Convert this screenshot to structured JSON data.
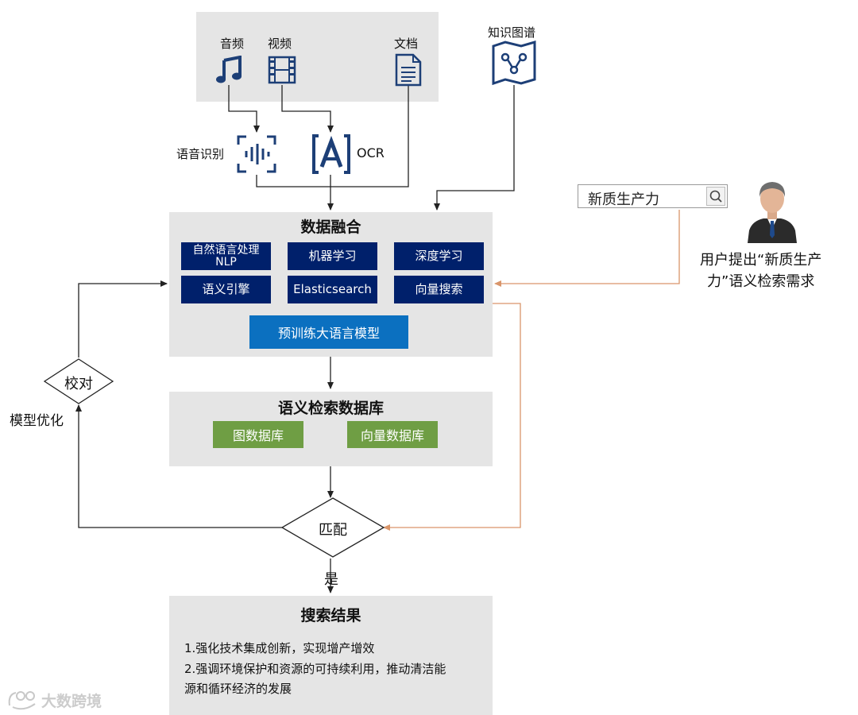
{
  "sources": {
    "audio_label": "音频",
    "video_label": "视频",
    "doc_label": "文档",
    "kg_label": "知识图谱"
  },
  "preprocess": {
    "speech_label": "语音识别",
    "ocr_label": "OCR"
  },
  "fusion": {
    "title": "数据融合",
    "modules": [
      "自然语言处理NLP",
      "机器学习",
      "深度学习",
      "语义引擎",
      "Elasticsearch",
      "向量搜索"
    ],
    "llm": "预训练大语言模型"
  },
  "database": {
    "title": "语义检索数据库",
    "items": [
      "图数据库",
      "向量数据库"
    ]
  },
  "match": {
    "label": "匹配",
    "yes_label": "是",
    "proofread_label": "校对",
    "optimize_label": "模型优化"
  },
  "user": {
    "query": "新质生产力",
    "caption_line1": "用户提出“新质生产",
    "caption_line2": "力”语义检索需求"
  },
  "result": {
    "title": "搜索结果",
    "line1": "1.强化技术集成创新，实现增产增效",
    "line2": "2.强调环境保护和资源的可持续利用，推动清洁能",
    "line3": "源和循环经济的发展"
  },
  "watermark": "大数跨境",
  "colors": {
    "navy": "#00206b",
    "blue": "#0b70c0",
    "green": "#6f9e44",
    "orange_line": "#d9956a",
    "grey_box": "#e5e5e5"
  }
}
